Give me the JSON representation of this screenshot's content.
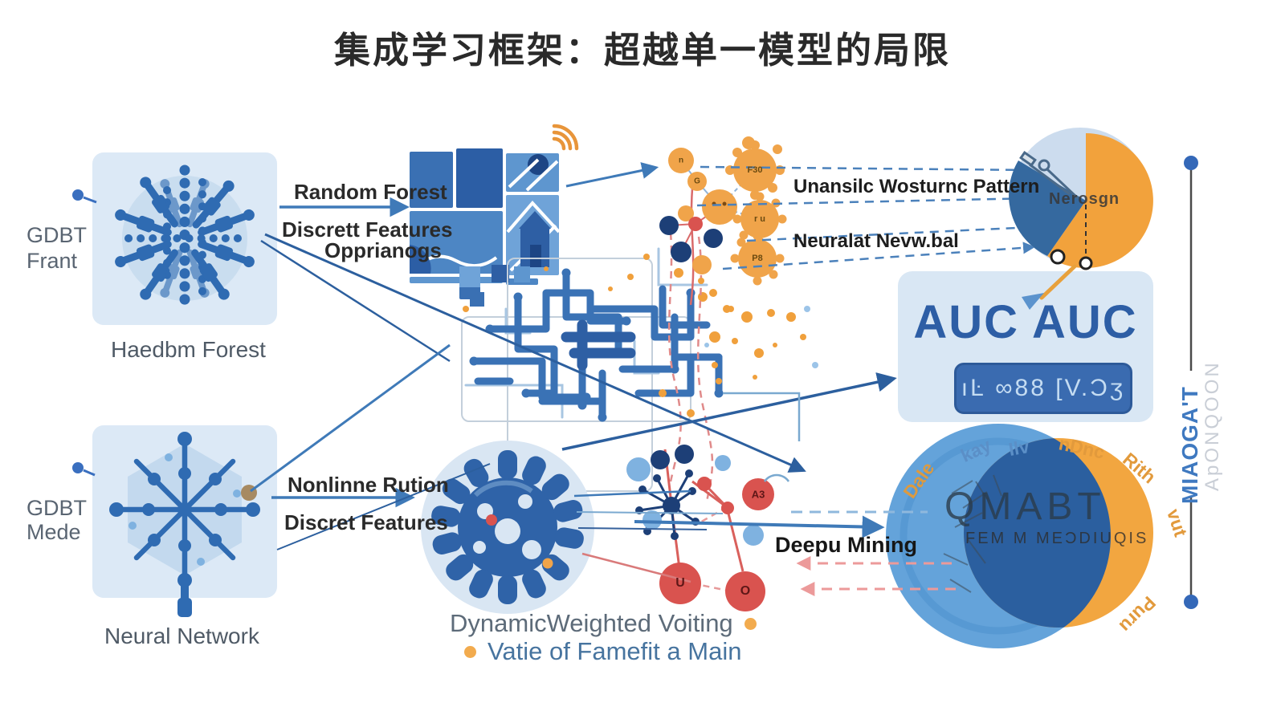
{
  "title": "集成学习框架：超越单一模型的局限",
  "models": {
    "top": {
      "tag1": "GDBT",
      "tag2": "Frant",
      "caption": "Haedbm Forest"
    },
    "bottom": {
      "tag1": "GDBT",
      "tag2": "Mede",
      "caption": "Neural Network"
    }
  },
  "labels": {
    "random_forest": "Random Forest",
    "discrett_features": "Discrett Features",
    "opprianogs": "Opprianogs",
    "nonlinne_rution": "Nonlinne Rution",
    "discret_features": "Discret Features",
    "unansilc": "Unansilc Wosturnc Pattern",
    "neuralat": "Neuralat Nevw.bal",
    "deepu_mining": "Deepu Mining",
    "voting_line1": "DynamicWeighted Voiting",
    "voting_line2": "Vatie of Famefit a Main"
  },
  "pie": {
    "label": "Nerosgn"
  },
  "auc": {
    "title": "AUC AUC",
    "badge": "ıĿ ∞88 [V.Ɔʒ"
  },
  "venn": {
    "title": "QMABT",
    "subtitle": "FEM M MEƆDIUQIS",
    "ring_labels": [
      "Dale",
      "kay",
      "Ilv",
      "nDnc",
      "Rith",
      "vut",
      "Puru"
    ]
  },
  "axis": {
    "blue": "MIAOGA'T",
    "gray": "ApONQOON"
  },
  "nodes": {
    "gear1": "F30",
    "gear2": "r u",
    "gear3": "P8",
    "small1": "n",
    "small2": "G",
    "red1": "A3",
    "red2": "U",
    "red3": "O"
  },
  "colors": {
    "primary_blue": "#2f6bb2",
    "panel_blue": "#d9e7f4",
    "accent_orange": "#f0a44a",
    "accent_red": "#d9534f",
    "navy": "#1d3f77"
  }
}
